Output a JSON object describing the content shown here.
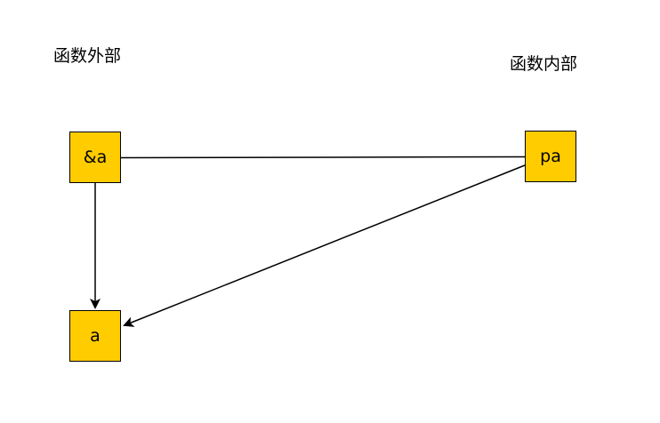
{
  "labels": {
    "outside": "函数外部",
    "inside": "函数内部"
  },
  "nodes": {
    "addr_a": "&a",
    "pa": "pa",
    "a": "a"
  },
  "colors": {
    "node_fill": "#ffcc00",
    "stroke": "#000000",
    "background": "#ffffff"
  }
}
